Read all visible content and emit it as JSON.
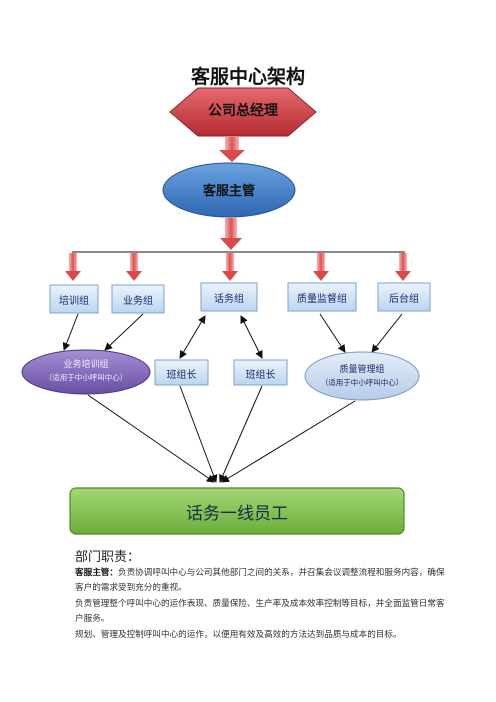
{
  "title": "客服中心架构",
  "nodes": {
    "gm": "公司总经理",
    "supervisor": "客服主管",
    "training_group": "培训组",
    "business_group": "业务组",
    "telephony_group": "话务组",
    "quality_group": "质量监督组",
    "backoffice_group": "后台组",
    "business_training_group": "业务培训组",
    "business_training_note": "（适用于中小呼叫中心）",
    "team_leader_1": "班组长",
    "team_leader_2": "班组长",
    "quality_management_group": "质量管理组",
    "quality_management_note": "（适用于中小呼叫中心）",
    "frontline_staff": "话务一线员工"
  },
  "responsibilities": {
    "heading": "部门职责：",
    "line1_label": "客服主管：",
    "line1_text": "负责协调呼叫中心与公司其他部门之间的关系，并召集会议调整流程和服务内容，确保客户的需求受到充分的重视。",
    "line2": "负责管理整个呼叫中心的运作表现、质量保险、生产率及成本效率控制等目标，并全面监管日常客户服务。",
    "line3": "规划、管理及控制呼叫中心的运作，以便用有效及高效的方法达到品质与成本的目标。"
  },
  "colors": {
    "gm_fill": "#c0383d",
    "supervisor_fill": "#3e7cc9",
    "group_fill": "#cde0f5",
    "oval_fill": "#7a5fb0",
    "frontline_fill": "#7fc04e",
    "arrow_red": "#d94a4a"
  }
}
